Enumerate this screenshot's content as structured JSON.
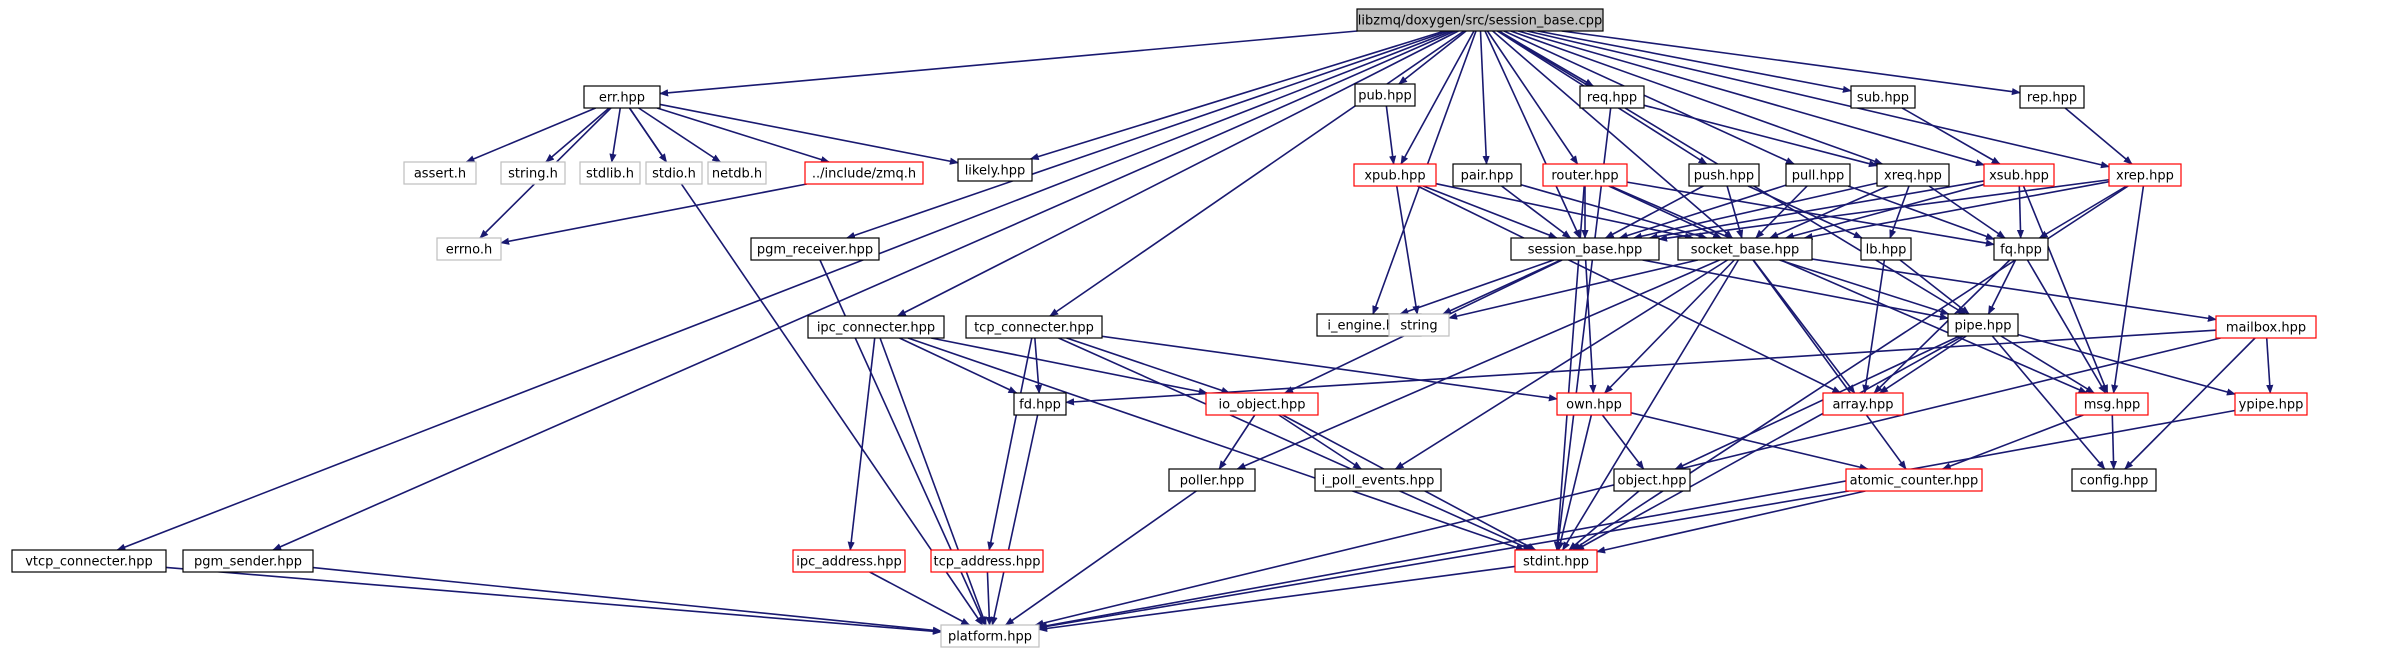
{
  "graph": {
    "root": "libzmq/doxygen/src/session_base.cpp",
    "colors": {
      "edge": "#191970",
      "root_fill": "#bfbfbf",
      "root_border": "#000000",
      "documented_border": "#000000",
      "has_children_border": "#ff0000",
      "external_border": "#bfbfbf",
      "text": "#000000"
    },
    "nodes": [
      {
        "id": "root",
        "label": "libzmq/doxygen/src/session_base.cpp",
        "kind": "root"
      },
      {
        "id": "err",
        "label": "err.hpp",
        "kind": "doc"
      },
      {
        "id": "likely",
        "label": "likely.hpp",
        "kind": "doc"
      },
      {
        "id": "assert",
        "label": "assert.h",
        "kind": "ext"
      },
      {
        "id": "string_h",
        "label": "string.h",
        "kind": "ext"
      },
      {
        "id": "stdlib",
        "label": "stdlib.h",
        "kind": "ext"
      },
      {
        "id": "stdio",
        "label": "stdio.h",
        "kind": "ext"
      },
      {
        "id": "netdb",
        "label": "netdb.h",
        "kind": "ext"
      },
      {
        "id": "zmqh",
        "label": "../include/zmq.h",
        "kind": "red"
      },
      {
        "id": "errno",
        "label": "errno.h",
        "kind": "ext"
      },
      {
        "id": "pgm_receiver",
        "label": "pgm_receiver.hpp",
        "kind": "doc"
      },
      {
        "id": "pub",
        "label": "pub.hpp",
        "kind": "doc"
      },
      {
        "id": "req",
        "label": "req.hpp",
        "kind": "doc"
      },
      {
        "id": "sub",
        "label": "sub.hpp",
        "kind": "doc"
      },
      {
        "id": "rep",
        "label": "rep.hpp",
        "kind": "doc"
      },
      {
        "id": "xpub",
        "label": "xpub.hpp",
        "kind": "red"
      },
      {
        "id": "pair",
        "label": "pair.hpp",
        "kind": "doc"
      },
      {
        "id": "router",
        "label": "router.hpp",
        "kind": "red"
      },
      {
        "id": "push",
        "label": "push.hpp",
        "kind": "doc"
      },
      {
        "id": "pull",
        "label": "pull.hpp",
        "kind": "doc"
      },
      {
        "id": "xreq",
        "label": "xreq.hpp",
        "kind": "doc"
      },
      {
        "id": "xsub",
        "label": "xsub.hpp",
        "kind": "red"
      },
      {
        "id": "xrep",
        "label": "xrep.hpp",
        "kind": "red"
      },
      {
        "id": "session_base",
        "label": "session_base.hpp",
        "kind": "doc"
      },
      {
        "id": "socket_base",
        "label": "socket_base.hpp",
        "kind": "doc"
      },
      {
        "id": "lb",
        "label": "lb.hpp",
        "kind": "doc"
      },
      {
        "id": "fq",
        "label": "fq.hpp",
        "kind": "doc"
      },
      {
        "id": "i_engine",
        "label": "i_engine.hpp",
        "kind": "doc"
      },
      {
        "id": "string",
        "label": "string",
        "kind": "ext"
      },
      {
        "id": "ipc_connecter",
        "label": "ipc_connecter.hpp",
        "kind": "doc"
      },
      {
        "id": "tcp_connecter",
        "label": "tcp_connecter.hpp",
        "kind": "doc"
      },
      {
        "id": "pipe",
        "label": "pipe.hpp",
        "kind": "doc"
      },
      {
        "id": "mailbox",
        "label": "mailbox.hpp",
        "kind": "red"
      },
      {
        "id": "fd",
        "label": "fd.hpp",
        "kind": "doc"
      },
      {
        "id": "io_object",
        "label": "io_object.hpp",
        "kind": "red"
      },
      {
        "id": "own",
        "label": "own.hpp",
        "kind": "red"
      },
      {
        "id": "array",
        "label": "array.hpp",
        "kind": "red"
      },
      {
        "id": "msg",
        "label": "msg.hpp",
        "kind": "red"
      },
      {
        "id": "ypipe",
        "label": "ypipe.hpp",
        "kind": "red"
      },
      {
        "id": "poller",
        "label": "poller.hpp",
        "kind": "doc"
      },
      {
        "id": "i_poll_events",
        "label": "i_poll_events.hpp",
        "kind": "doc"
      },
      {
        "id": "object",
        "label": "object.hpp",
        "kind": "doc"
      },
      {
        "id": "atomic_counter",
        "label": "atomic_counter.hpp",
        "kind": "red"
      },
      {
        "id": "config",
        "label": "config.hpp",
        "kind": "doc"
      },
      {
        "id": "vtcp_connecter",
        "label": "vtcp_connecter.hpp",
        "kind": "doc"
      },
      {
        "id": "pgm_sender",
        "label": "pgm_sender.hpp",
        "kind": "doc"
      },
      {
        "id": "ipc_address",
        "label": "ipc_address.hpp",
        "kind": "red"
      },
      {
        "id": "tcp_address",
        "label": "tcp_address.hpp",
        "kind": "red"
      },
      {
        "id": "stdint",
        "label": "stdint.hpp",
        "kind": "red"
      },
      {
        "id": "platform",
        "label": "platform.hpp",
        "kind": "ext"
      }
    ],
    "edges": [
      [
        "root",
        "err"
      ],
      [
        "root",
        "likely"
      ],
      [
        "root",
        "pgm_receiver"
      ],
      [
        "root",
        "pub"
      ],
      [
        "root",
        "req"
      ],
      [
        "root",
        "sub"
      ],
      [
        "root",
        "rep"
      ],
      [
        "root",
        "xpub"
      ],
      [
        "root",
        "pair"
      ],
      [
        "root",
        "router"
      ],
      [
        "root",
        "push"
      ],
      [
        "root",
        "pull"
      ],
      [
        "root",
        "xreq"
      ],
      [
        "root",
        "xsub"
      ],
      [
        "root",
        "xrep"
      ],
      [
        "root",
        "session_base"
      ],
      [
        "root",
        "socket_base"
      ],
      [
        "root",
        "i_engine"
      ],
      [
        "root",
        "ipc_connecter"
      ],
      [
        "root",
        "tcp_connecter"
      ],
      [
        "root",
        "pipe"
      ],
      [
        "root",
        "vtcp_connecter"
      ],
      [
        "root",
        "pgm_sender"
      ],
      [
        "err",
        "assert"
      ],
      [
        "err",
        "string_h"
      ],
      [
        "err",
        "stdlib"
      ],
      [
        "err",
        "stdio"
      ],
      [
        "err",
        "netdb"
      ],
      [
        "err",
        "zmqh"
      ],
      [
        "err",
        "likely"
      ],
      [
        "err",
        "errno"
      ],
      [
        "err",
        "platform"
      ],
      [
        "zmqh",
        "errno"
      ],
      [
        "pgm_receiver",
        "platform"
      ],
      [
        "pub",
        "xpub"
      ],
      [
        "req",
        "xreq"
      ],
      [
        "req",
        "stdint"
      ],
      [
        "sub",
        "xsub"
      ],
      [
        "rep",
        "xrep"
      ],
      [
        "xpub",
        "session_base"
      ],
      [
        "xpub",
        "socket_base"
      ],
      [
        "xpub",
        "string"
      ],
      [
        "xpub",
        "array"
      ],
      [
        "pair",
        "session_base"
      ],
      [
        "pair",
        "socket_base"
      ],
      [
        "router",
        "session_base"
      ],
      [
        "router",
        "socket_base"
      ],
      [
        "router",
        "msg"
      ],
      [
        "router",
        "stdint"
      ],
      [
        "router",
        "fq"
      ],
      [
        "push",
        "session_base"
      ],
      [
        "push",
        "socket_base"
      ],
      [
        "push",
        "lb"
      ],
      [
        "pull",
        "session_base"
      ],
      [
        "pull",
        "socket_base"
      ],
      [
        "pull",
        "fq"
      ],
      [
        "xreq",
        "session_base"
      ],
      [
        "xreq",
        "socket_base"
      ],
      [
        "xreq",
        "lb"
      ],
      [
        "xreq",
        "fq"
      ],
      [
        "xsub",
        "session_base"
      ],
      [
        "xsub",
        "socket_base"
      ],
      [
        "xsub",
        "fq"
      ],
      [
        "xsub",
        "msg"
      ],
      [
        "xrep",
        "session_base"
      ],
      [
        "xrep",
        "socket_base"
      ],
      [
        "xrep",
        "fq"
      ],
      [
        "xrep",
        "msg"
      ],
      [
        "xrep",
        "stdint"
      ],
      [
        "session_base",
        "i_engine"
      ],
      [
        "session_base",
        "string"
      ],
      [
        "session_base",
        "own"
      ],
      [
        "session_base",
        "io_object"
      ],
      [
        "session_base",
        "pipe"
      ],
      [
        "socket_base",
        "string"
      ],
      [
        "socket_base",
        "own"
      ],
      [
        "socket_base",
        "array"
      ],
      [
        "socket_base",
        "stdint"
      ],
      [
        "socket_base",
        "mailbox"
      ],
      [
        "socket_base",
        "atomic_counter"
      ],
      [
        "socket_base",
        "poller"
      ],
      [
        "socket_base",
        "i_poll_events"
      ],
      [
        "socket_base",
        "pipe"
      ],
      [
        "lb",
        "pipe"
      ],
      [
        "lb",
        "array"
      ],
      [
        "fq",
        "pipe"
      ],
      [
        "fq",
        "array"
      ],
      [
        "fq",
        "msg"
      ],
      [
        "ipc_connecter",
        "fd"
      ],
      [
        "ipc_connecter",
        "io_object"
      ],
      [
        "ipc_connecter",
        "stdint"
      ],
      [
        "ipc_connecter",
        "ipc_address"
      ],
      [
        "ipc_connecter",
        "platform"
      ],
      [
        "tcp_connecter",
        "fd"
      ],
      [
        "tcp_connecter",
        "io_object"
      ],
      [
        "tcp_connecter",
        "own"
      ],
      [
        "tcp_connecter",
        "stdint"
      ],
      [
        "tcp_connecter",
        "tcp_address"
      ],
      [
        "pipe",
        "array"
      ],
      [
        "pipe",
        "msg"
      ],
      [
        "pipe",
        "ypipe"
      ],
      [
        "pipe",
        "config"
      ],
      [
        "pipe",
        "stdint"
      ],
      [
        "pipe",
        "object"
      ],
      [
        "mailbox",
        "fd"
      ],
      [
        "mailbox",
        "ypipe"
      ],
      [
        "mailbox",
        "config"
      ],
      [
        "mailbox",
        "platform"
      ],
      [
        "fd",
        "platform"
      ],
      [
        "io_object",
        "poller"
      ],
      [
        "io_object",
        "i_poll_events"
      ],
      [
        "io_object",
        "stdint"
      ],
      [
        "own",
        "object"
      ],
      [
        "own",
        "atomic_counter"
      ],
      [
        "own",
        "stdint"
      ],
      [
        "msg",
        "config"
      ],
      [
        "msg",
        "atomic_counter"
      ],
      [
        "ypipe",
        "platform"
      ],
      [
        "poller",
        "platform"
      ],
      [
        "object",
        "stdint"
      ],
      [
        "atomic_counter",
        "stdint"
      ],
      [
        "atomic_counter",
        "platform"
      ],
      [
        "vtcp_connecter",
        "platform"
      ],
      [
        "pgm_sender",
        "platform"
      ],
      [
        "ipc_address",
        "platform"
      ],
      [
        "tcp_address",
        "platform"
      ],
      [
        "stdint",
        "platform"
      ]
    ]
  }
}
